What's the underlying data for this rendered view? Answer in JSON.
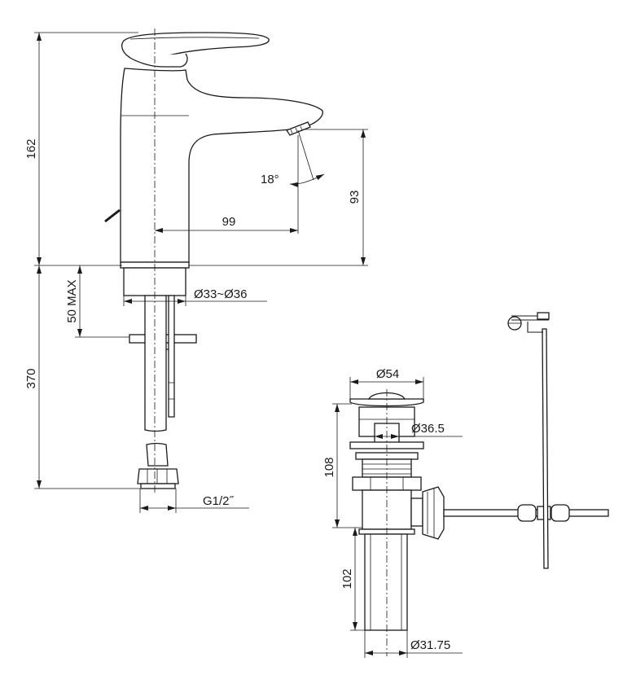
{
  "dimensions": {
    "height_total": "162",
    "spout_height": "93",
    "spout_reach": "99",
    "spray_angle": "18°",
    "thread_diameter": "Ø33~Ø36",
    "max_counter_thickness": "50 MAX",
    "hose_length": "370",
    "connection": "G1/2˝",
    "waste_cap_diameter": "Ø54",
    "waste_hole_diameter": "Ø36.5",
    "waste_body_height": "108",
    "waste_tail_length": "102",
    "waste_tail_diameter": "Ø31.75"
  }
}
